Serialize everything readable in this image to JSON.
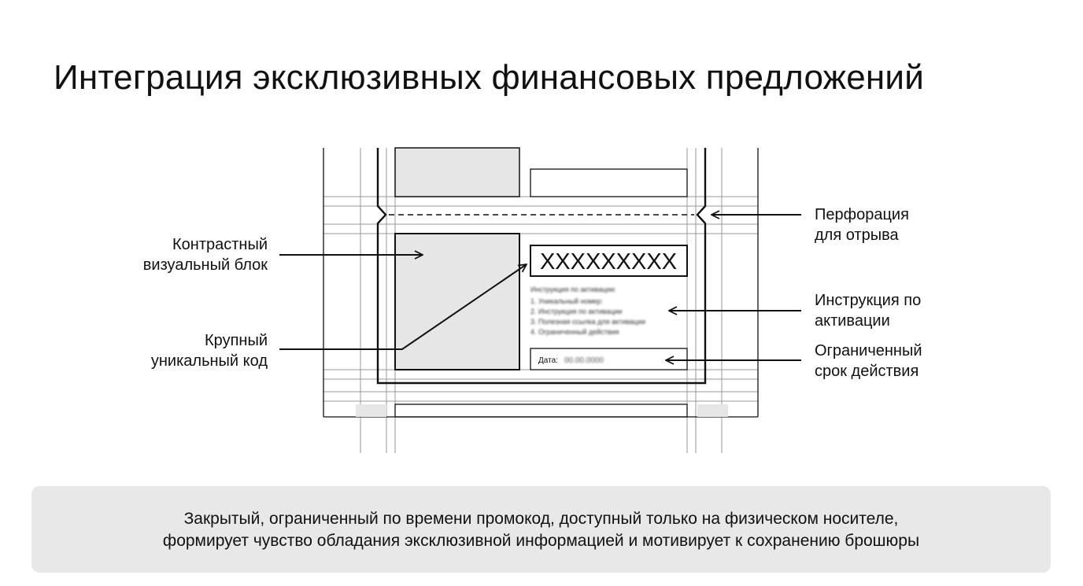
{
  "title": "Интеграция эксклюзивных финансовых предложений",
  "coupon": {
    "code": "XXXXXXXXX",
    "instructions_heading": "Инструкция по активации:",
    "instruction_steps": [
      "1. Уникальный номер:",
      "2. Инструкция по активации",
      "3. Полезная ссылка для активации",
      "4. Ограниченный действия"
    ],
    "date_label": "Дата:",
    "date_value": "00.00.0000"
  },
  "labels": {
    "contrast_block": [
      "Контрастный",
      "визуальный блок"
    ],
    "unique_code": [
      "Крупный",
      "уникальный код"
    ],
    "perforation": [
      "Перфорация",
      "для отрыва"
    ],
    "activation_instructions": [
      "Инструкция по",
      "активации"
    ],
    "limited_validity": [
      "Ограниченный",
      "срок действия"
    ]
  },
  "caption": [
    "Закрытый, ограниченный по времени промокод, доступный только на физическом носителе,",
    "формирует чувство обладания эксклюзивной информацией и мотивирует к сохранению брошюры"
  ],
  "colors": {
    "ink": "#111111",
    "fill_gray": "#e6e6e6",
    "grid_gray": "#9a9a9a",
    "caption_bg": "#e8e8e8"
  }
}
